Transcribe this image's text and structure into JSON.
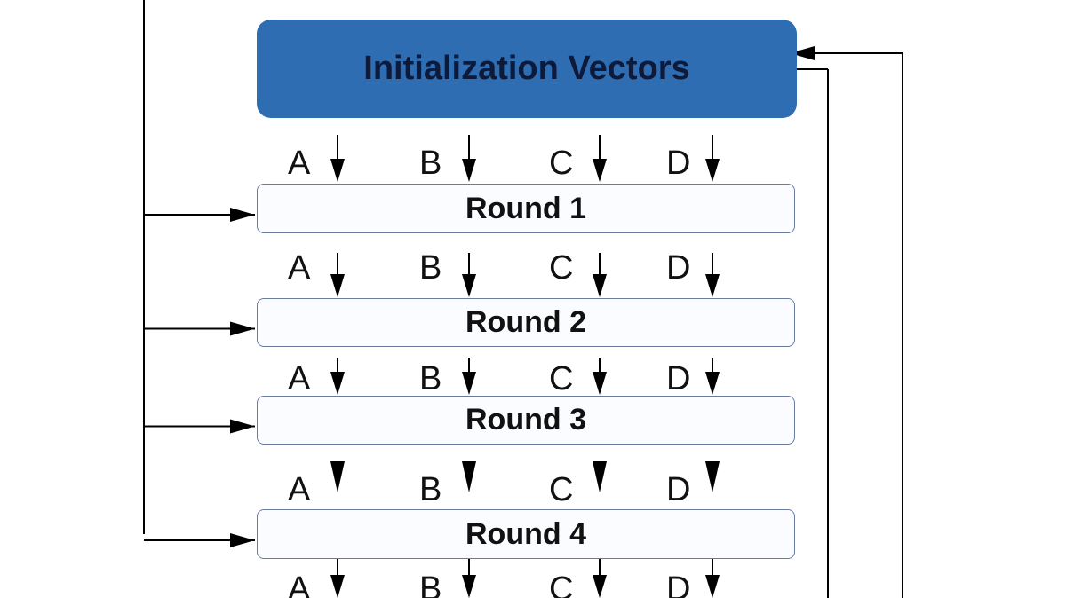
{
  "diagram": {
    "init_box": {
      "label": "Initialization Vectors",
      "color": "#2f6db3"
    },
    "rounds": [
      {
        "label": "Round 1"
      },
      {
        "label": "Round 2"
      },
      {
        "label": "Round 3"
      },
      {
        "label": "Round 4"
      }
    ],
    "registers": [
      "A",
      "B",
      "C",
      "D"
    ]
  }
}
